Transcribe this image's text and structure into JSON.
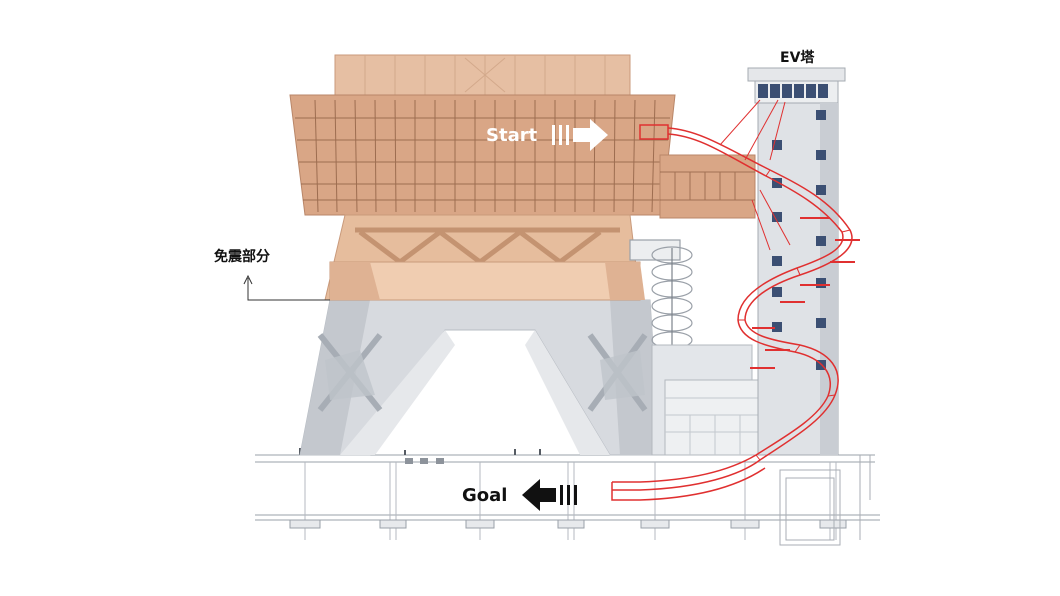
{
  "labels": {
    "ev_tower": "EV塔",
    "start": "Start",
    "goal": "Goal",
    "seismic_isolation": "免震部分"
  },
  "colors": {
    "isolated_section": "#e9b896",
    "structure_gray": "#cfd3d8",
    "slide_red": "#e03030",
    "tower_window": "#3b4f73",
    "arrow_start": "#ffffff",
    "arrow_goal": "#111111"
  },
  "icons": {
    "start_arrow": "arrow-right-icon",
    "goal_arrow": "arrow-left-icon"
  }
}
